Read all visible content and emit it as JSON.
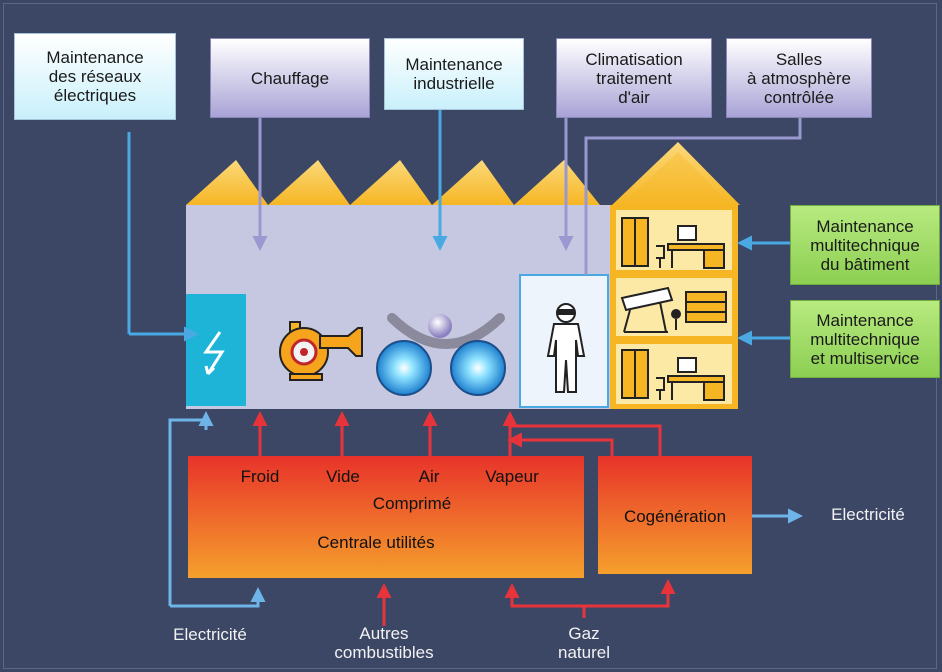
{
  "top_boxes": {
    "reseaux_electriques": "Maintenance\ndes réseaux\nélectriques",
    "chauffage": "Chauffage",
    "industrielle": "Maintenance\nindustrielle",
    "climatisation": "Climatisation\ntraitement\nd'air",
    "salles": "Salles\nà atmosphère\ncontrôlée"
  },
  "side_boxes": {
    "batiment": "Maintenance\nmultitechnique\ndu bâtiment",
    "multiservice": "Maintenance\nmultitechnique\net multiservice"
  },
  "utilities": {
    "froid": "Froid",
    "vide": "Vide",
    "air": "Air",
    "vapeur": "Vapeur",
    "comprime": "Comprimé",
    "centrale": "Centrale utilités",
    "cogeneration": "Cogénération"
  },
  "bottom": {
    "electricite_in": "Electricité",
    "autres_combustibles": "Autres\ncombustibles",
    "gaz_naturel": "Gaz\nnaturel",
    "electricite_out": "Electricité"
  },
  "colors": {
    "background": "#3b4765",
    "factory": "#c5c8e0",
    "frame_yellow": "#f6b624",
    "arrow_blue": "#4aa8e2",
    "arrow_lavender": "#9a98d0",
    "arrow_red": "#e8333a",
    "utility_box_top": "#e83a2a",
    "utility_box_bottom": "#f39a2c",
    "electrical_panel": "#1eb4d8"
  },
  "icons": [
    "lightning-icon",
    "blower-icon",
    "rollers-icon",
    "cleanroom-suit-icon",
    "cabinet-icon",
    "desk-computer-icon",
    "drafting-table-icon"
  ]
}
